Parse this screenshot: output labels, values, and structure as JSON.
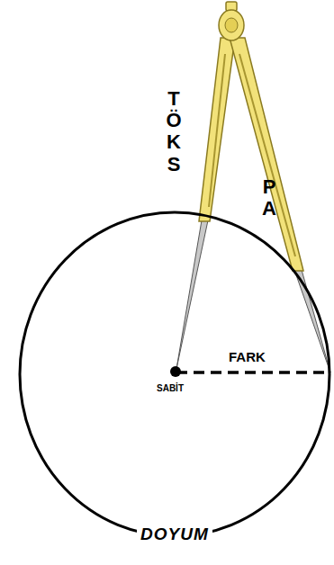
{
  "diagram": {
    "nodes": [
      {
        "text": [
          "DOYUM"
        ]
      }
    ],
    "labels": [
      "TÖKS",
      "PA",
      "FARK",
      "SABİT"
    ]
  }
}
